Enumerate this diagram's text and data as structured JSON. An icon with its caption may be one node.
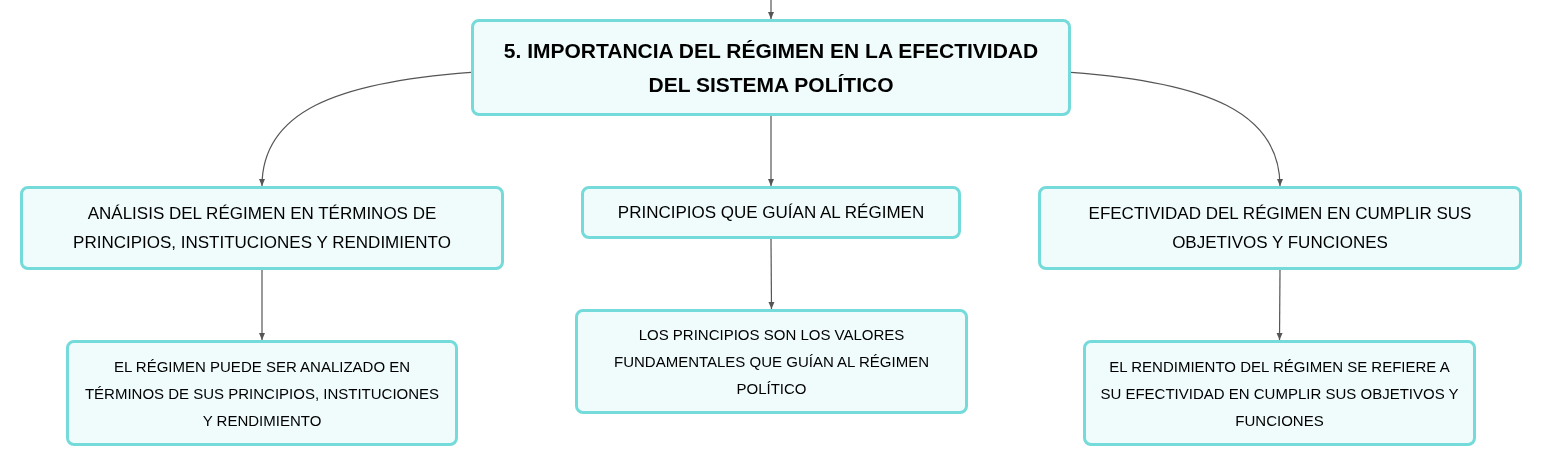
{
  "diagram": {
    "nodes": [
      {
        "text": [
          "5. IMPORTANCIA DEL RÉGIMEN EN LA EFECTIVIDAD DEL SISTEMA POLÍTICO"
        ]
      },
      {
        "text": [
          "ANÁLISIS DEL RÉGIMEN EN TÉRMINOS DE PRINCIPIOS, INSTITUCIONES Y RENDIMIENTO"
        ]
      },
      {
        "text": [
          "PRINCIPIOS QUE GUÍAN AL RÉGIMEN"
        ]
      },
      {
        "text": [
          "EFECTIVIDAD DEL RÉGIMEN EN CUMPLIR SUS OBJETIVOS Y FUNCIONES"
        ]
      },
      {
        "text": [
          "EL RÉGIMEN PUEDE SER ANALIZADO EN TÉRMINOS DE SUS PRINCIPIOS, INSTITUCIONES Y RENDIMIENTO"
        ]
      },
      {
        "text": [
          "LOS PRINCIPIOS SON LOS VALORES FUNDAMENTALES QUE GUÍAN AL RÉGIMEN POLÍTICO"
        ]
      },
      {
        "text": [
          "EL RENDIMIENTO DEL RÉGIMEN SE REFIERE A SU EFECTIVIDAD EN CUMPLIR SUS OBJETIVOS Y FUNCIONES"
        ]
      }
    ],
    "edges": [
      {
        "from": null,
        "to": 0,
        "arrow": "to"
      },
      {
        "from": 0,
        "to": 1,
        "arrow": "to"
      },
      {
        "from": 0,
        "to": 2,
        "arrow": "to"
      },
      {
        "from": 0,
        "to": 3,
        "arrow": "to"
      },
      {
        "from": 1,
        "to": 4,
        "arrow": "to"
      },
      {
        "from": 2,
        "to": 5,
        "arrow": "to"
      },
      {
        "from": 3,
        "to": 6,
        "arrow": "to"
      }
    ]
  }
}
